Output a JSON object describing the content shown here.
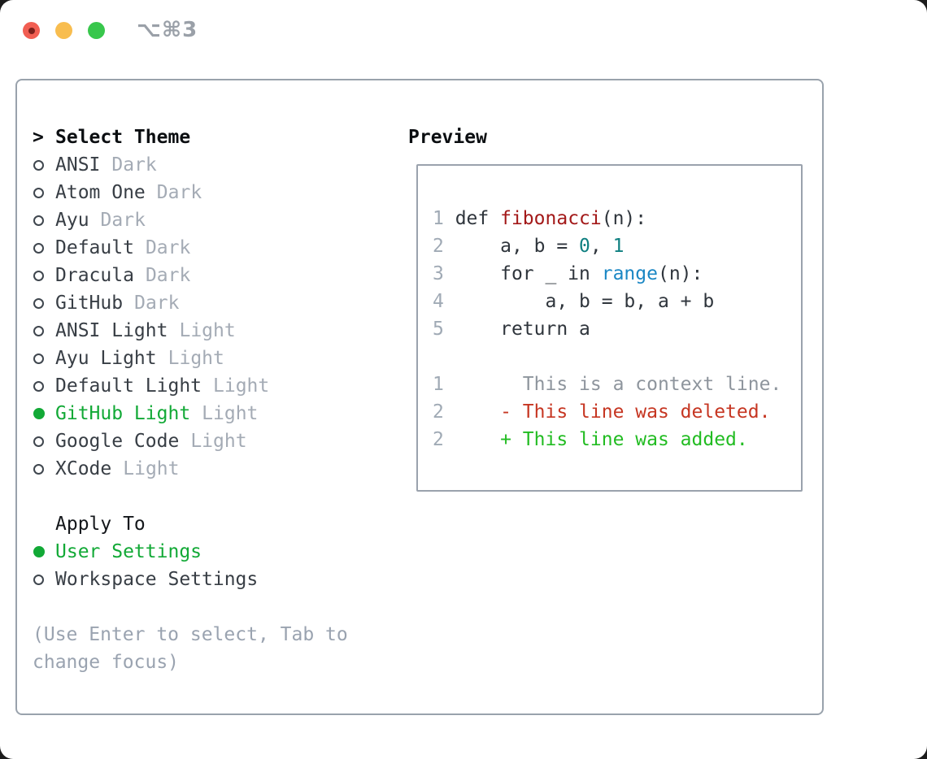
{
  "window": {
    "shortcut": "⌥⌘3",
    "traffic_light_colors": {
      "close": "#f15e52",
      "close_dot": "#7c201b",
      "minimize": "#f8bd4f",
      "zoom": "#38c74c"
    }
  },
  "theme_picker": {
    "header": {
      "prompt": ">",
      "label": "Select Theme"
    },
    "themes": [
      {
        "name": "ANSI",
        "variant": "Dark",
        "selected": false
      },
      {
        "name": "Atom One",
        "variant": "Dark",
        "selected": false
      },
      {
        "name": "Ayu",
        "variant": "Dark",
        "selected": false
      },
      {
        "name": "Default",
        "variant": "Dark",
        "selected": false
      },
      {
        "name": "Dracula",
        "variant": "Dark",
        "selected": false
      },
      {
        "name": "GitHub",
        "variant": "Dark",
        "selected": false
      },
      {
        "name": "ANSI Light",
        "variant": "Light",
        "selected": false
      },
      {
        "name": "Ayu Light",
        "variant": "Light",
        "selected": false
      },
      {
        "name": "Default Light",
        "variant": "Light",
        "selected": false
      },
      {
        "name": "GitHub Light",
        "variant": "Light",
        "selected": true
      },
      {
        "name": "Google Code",
        "variant": "Light",
        "selected": false
      },
      {
        "name": "XCode",
        "variant": "Light",
        "selected": false
      }
    ],
    "apply_to": {
      "label": "Apply To",
      "options": [
        {
          "label": "User Settings",
          "selected": true
        },
        {
          "label": "Workspace Settings",
          "selected": false
        }
      ]
    },
    "hint_lines": [
      "(Use Enter to select, Tab to",
      "change focus)"
    ]
  },
  "preview": {
    "title": "Preview",
    "code_lines": [
      {
        "num": "1",
        "tokens": [
          {
            "t": " def ",
            "c": "plain"
          },
          {
            "t": "fibonacci",
            "c": "func"
          },
          {
            "t": "(n):",
            "c": "plain"
          }
        ]
      },
      {
        "num": "2",
        "tokens": [
          {
            "t": "     a, b = ",
            "c": "plain"
          },
          {
            "t": "0",
            "c": "num"
          },
          {
            "t": ", ",
            "c": "plain"
          },
          {
            "t": "1",
            "c": "num"
          }
        ]
      },
      {
        "num": "3",
        "tokens": [
          {
            "t": "     for _ in ",
            "c": "plain"
          },
          {
            "t": "range",
            "c": "builtin"
          },
          {
            "t": "(n):",
            "c": "plain"
          }
        ]
      },
      {
        "num": "4",
        "tokens": [
          {
            "t": "         a, b = b, a + b",
            "c": "plain"
          }
        ]
      },
      {
        "num": "5",
        "tokens": [
          {
            "t": "     return a",
            "c": "plain"
          }
        ]
      }
    ],
    "diff_lines": [
      {
        "num": "1",
        "text": "       This is a context line.",
        "kind": "context"
      },
      {
        "num": "2",
        "text": "     - This line was deleted.",
        "kind": "deleted"
      },
      {
        "num": "2",
        "text": "     + This line was added.",
        "kind": "added"
      }
    ]
  },
  "colors": {
    "selection_green": "#12a936",
    "panel_border": "#99a2ac",
    "variant_gray": "#a4abb5",
    "hint_gray": "#9aa3b0",
    "code_function_red": "#a31919",
    "code_number_teal": "#0e7f80",
    "code_builtin_blue": "#1b87c4",
    "diff_deleted_red": "#c63622",
    "diff_added_green": "#22bc22"
  }
}
